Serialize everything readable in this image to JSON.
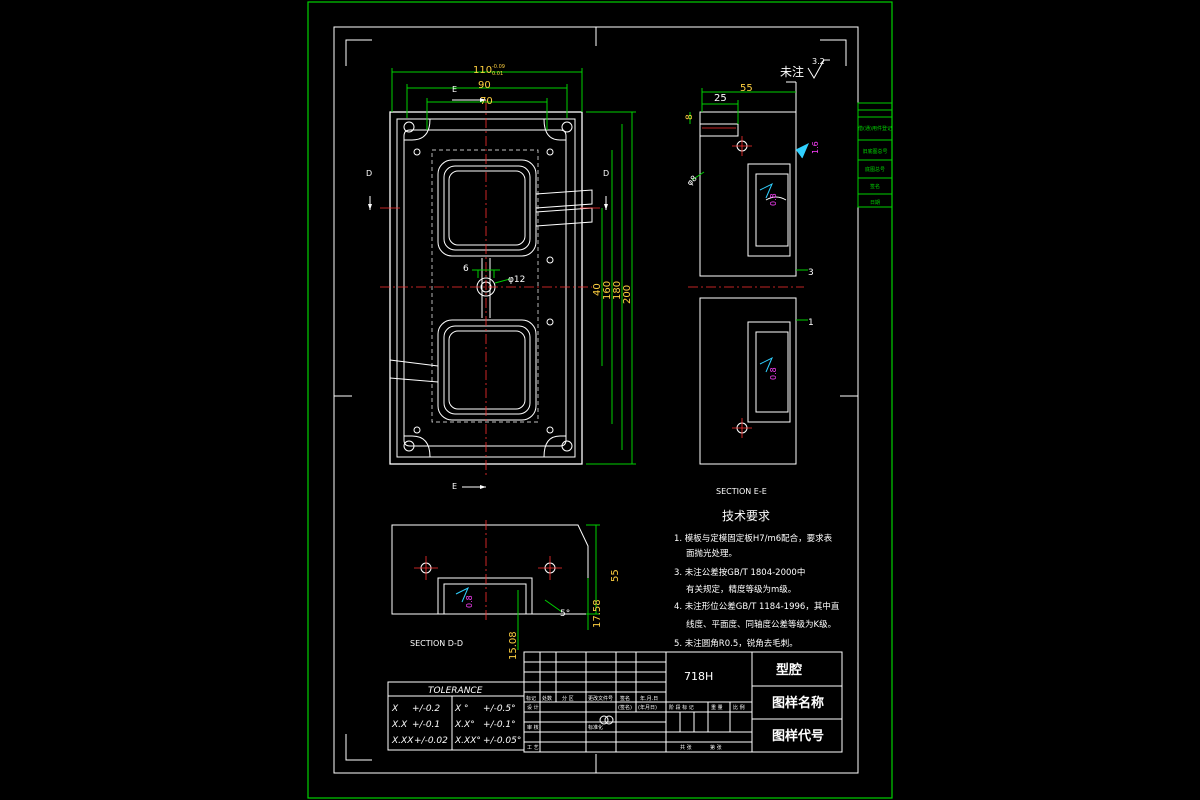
{
  "dims": {
    "d110": "110",
    "d110_tol_upper": "-0.09",
    "d110_tol_lower": "0.01",
    "d90": "90",
    "d70": "70",
    "d55": "55",
    "d25": "25",
    "d8": "8",
    "phi8": "φ8",
    "phi12": "φ12",
    "d6": "6",
    "d40": "40",
    "d160": "160",
    "d180": "180",
    "d200": "200",
    "d3": "3",
    "d1": "1",
    "dd_55": "55",
    "dd_17_58": "17.58",
    "dd_15_08": "15.08",
    "dd_5deg": "5°"
  },
  "roughness": {
    "r16": "1.6",
    "r08a": "0.8",
    "r08b": "0.8",
    "r08c": "0.8",
    "top_label": "未注",
    "top_value": "3.2"
  },
  "section_marks": {
    "d_left": "D",
    "d_right": "D",
    "e_top": "E",
    "e_bottom": "E"
  },
  "section_titles": {
    "ee": "SECTION E-E",
    "dd": "SECTION D-D"
  },
  "tech": {
    "title": "技术要求",
    "items": [
      "1. 模板与定模固定板H7/m6配合，要求表",
      "面抛光处理。",
      "3. 未注公差按GB/T 1804-2000中",
      "有关规定，精度等级为m级。",
      "4. 未注形位公差GB/T 1184-1996，其中直",
      "线度、平面度、同轴度公差等级为K级。",
      "5. 未注圆角R0.5，锐角去毛刺。"
    ]
  },
  "tolerance": {
    "title": "TOLERANCE",
    "rows": [
      [
        "X",
        "+/-0.2",
        "X °",
        "+/-0.5°"
      ],
      [
        "X.X",
        "+/-0.1",
        "X.X°",
        "+/-0.1°"
      ],
      [
        "X.XX",
        "+/-0.02",
        "X.XX°",
        "+/-0.05°"
      ]
    ]
  },
  "title_block": {
    "material": "718H",
    "part_name": "型腔",
    "drawing_name_label": "图样名称",
    "drawing_code_label": "图样代号",
    "header_cells": [
      "标记",
      "处数",
      "分 区",
      "更改文件号",
      "签名",
      "年.月.日"
    ],
    "row_labels": [
      "设 计",
      "审 核",
      "工 艺"
    ],
    "std_labels": [
      "(签名)",
      "(年月日)",
      "标准化"
    ],
    "stage_labels": [
      "阶 段 标 记",
      "重 量",
      "比 例"
    ],
    "bottom_labels": [
      "共 张",
      "第 张"
    ]
  },
  "side_tags": [
    "借(通)用件登记",
    "旧底图总号",
    "底图总号",
    "签名",
    "日期"
  ]
}
